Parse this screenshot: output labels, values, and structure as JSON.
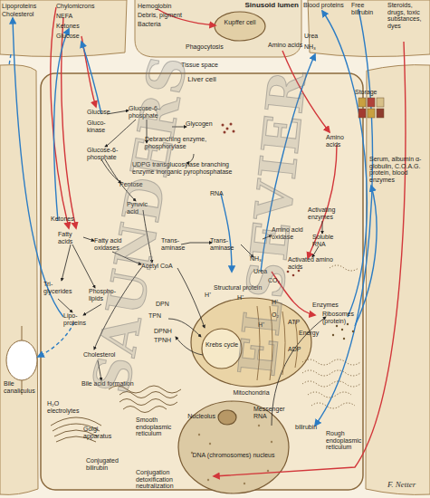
{
  "diagram": {
    "nodes": [
      {
        "text": [
          "Sinusoid lumen"
        ]
      },
      {
        "text": [
          "Kupffer cell"
        ],
        "in": 0
      },
      {
        "text": [
          "Liver cell"
        ]
      },
      {
        "text": [
          "Mitochondria"
        ],
        "in": 2
      },
      {
        "text": [
          "Krebs cycle"
        ],
        "in": 3
      },
      {
        "text": [
          "DNA (chromosomes) nucleus"
        ],
        "in": 2
      },
      {
        "text": [
          "Nucleolus"
        ],
        "in": 5
      }
    ],
    "labels": [
      "Lipoproteins",
      "Cholesterol",
      "Chylomicrons",
      "NEFA",
      "Ketones",
      "Glucose",
      "Hemoglobin",
      "Debris, pigment",
      "Bacteria",
      "Phagocytosis",
      "Amino acids",
      "Blood proteins",
      "Free bilirubin",
      "Urea",
      "NH₃",
      "Steroids, drugs, toxic substances, dyes",
      "Tissue space",
      "Storage",
      "Glucose",
      "Gluco-kinase",
      "Glucose-6-phosphate",
      "Glycogen",
      "Debranching enzyme, phosphorylase",
      "Glucose-6-phosphate",
      "UDPG transglucosylase branching enzyme inorganic pyrophosphatase",
      "Pentose",
      "Amino acids",
      "RNA",
      "Pyruvic acid",
      "Ketones",
      "Fatty acids",
      "Fatty acid oxidases",
      "Trans-aminase",
      "Trans-aminase",
      "Amino acid oxidase",
      "Activating enzymes",
      "Soluble RNA",
      "NH₃",
      "Urea",
      "Activated amino acids",
      "CO₂",
      "Acetyl CoA",
      "Structural protein",
      "Tri-glycerides",
      "Phospho-lipids",
      "DPN",
      "TPN",
      "DPNH",
      "TPNH",
      "H⁺",
      "H⁺",
      "H⁺",
      "H⁺",
      "O₂",
      "ATP",
      "Energy",
      "ADP",
      "Enzymes",
      "Ribosomes (protein)",
      "Lipo-proteins",
      "Cholesterol",
      "Bile acid formation",
      "Messenger RNA",
      "H₂O electrolytes",
      "Golgi apparatus",
      "Smooth endoplasmic reticulum",
      "Rough endoplasmic reticulum",
      "Bile canaliculus",
      "Conjugated bilirubin",
      "bilirubin",
      "Conjugation detoxification neutralization",
      "Serum, albumin α-globulin, C.O.A.G. protein, blood enzymes",
      "SAUNDERS",
      "ELSEVIER",
      "F. Netter"
    ]
  }
}
